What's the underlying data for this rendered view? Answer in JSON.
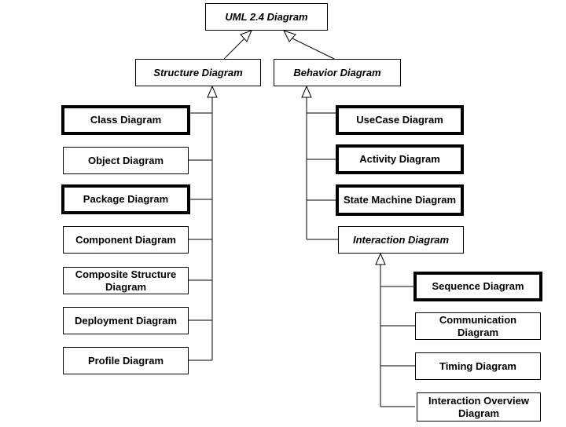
{
  "root": {
    "label": "UML 2.4 Diagram",
    "abstract": true
  },
  "structure": {
    "label": "Structure Diagram",
    "abstract": true,
    "children": [
      {
        "label": "Class Diagram",
        "emphasized": true
      },
      {
        "label": "Object Diagram",
        "emphasized": false
      },
      {
        "label": "Package Diagram",
        "emphasized": true
      },
      {
        "label": "Component Diagram",
        "emphasized": false
      },
      {
        "label": "Composite Structure Diagram",
        "emphasized": false
      },
      {
        "label": "Deployment Diagram",
        "emphasized": false
      },
      {
        "label": "Profile Diagram",
        "emphasized": false
      }
    ]
  },
  "behavior": {
    "label": "Behavior Diagram",
    "abstract": true,
    "children": [
      {
        "label": "UseCase Diagram",
        "emphasized": true
      },
      {
        "label": "Activity Diagram",
        "emphasized": true
      },
      {
        "label": "State Machine Diagram",
        "emphasized": true
      }
    ],
    "interaction": {
      "label": "Interaction Diagram",
      "abstract": true,
      "children": [
        {
          "label": "Sequence Diagram",
          "emphasized": true
        },
        {
          "label": "Communication Diagram",
          "emphasized": false
        },
        {
          "label": "Timing Diagram",
          "emphasized": false
        },
        {
          "label": "Interaction Overview Diagram",
          "emphasized": false
        }
      ]
    }
  }
}
